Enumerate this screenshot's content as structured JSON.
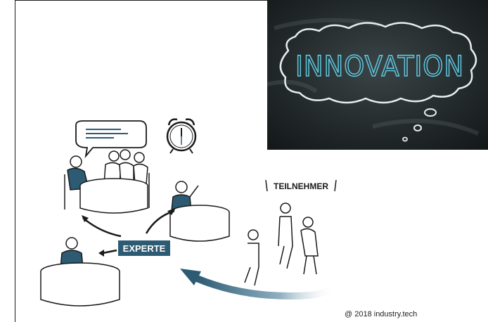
{
  "chalkboard": {
    "word": "INNOVATION",
    "colors": {
      "board": "#1f2526",
      "chalk_text": "#5ec8e0",
      "chalk_outline": "#e8eef0"
    }
  },
  "illustration": {
    "expert_label": "EXPERTE",
    "participants_label": "TEILNEHMER",
    "colors": {
      "accent": "#2d5b73",
      "ink": "#1a1a1a",
      "label_text": "#ffffff"
    }
  },
  "footer": {
    "copyright": "@ 2018 industry.tech"
  }
}
